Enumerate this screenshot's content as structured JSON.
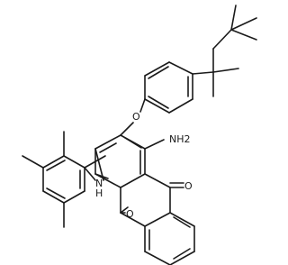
{
  "figure": {
    "kind": "chemical-structure",
    "background_color": "#ffffff",
    "line_color": "#1a1a1a"
  },
  "labels": {
    "amino_top": "NH2",
    "ether_oxygen": "O",
    "amine_n": "N",
    "amine_h": "H",
    "carbonyl_top": "O",
    "carbonyl_bottom": "O"
  }
}
